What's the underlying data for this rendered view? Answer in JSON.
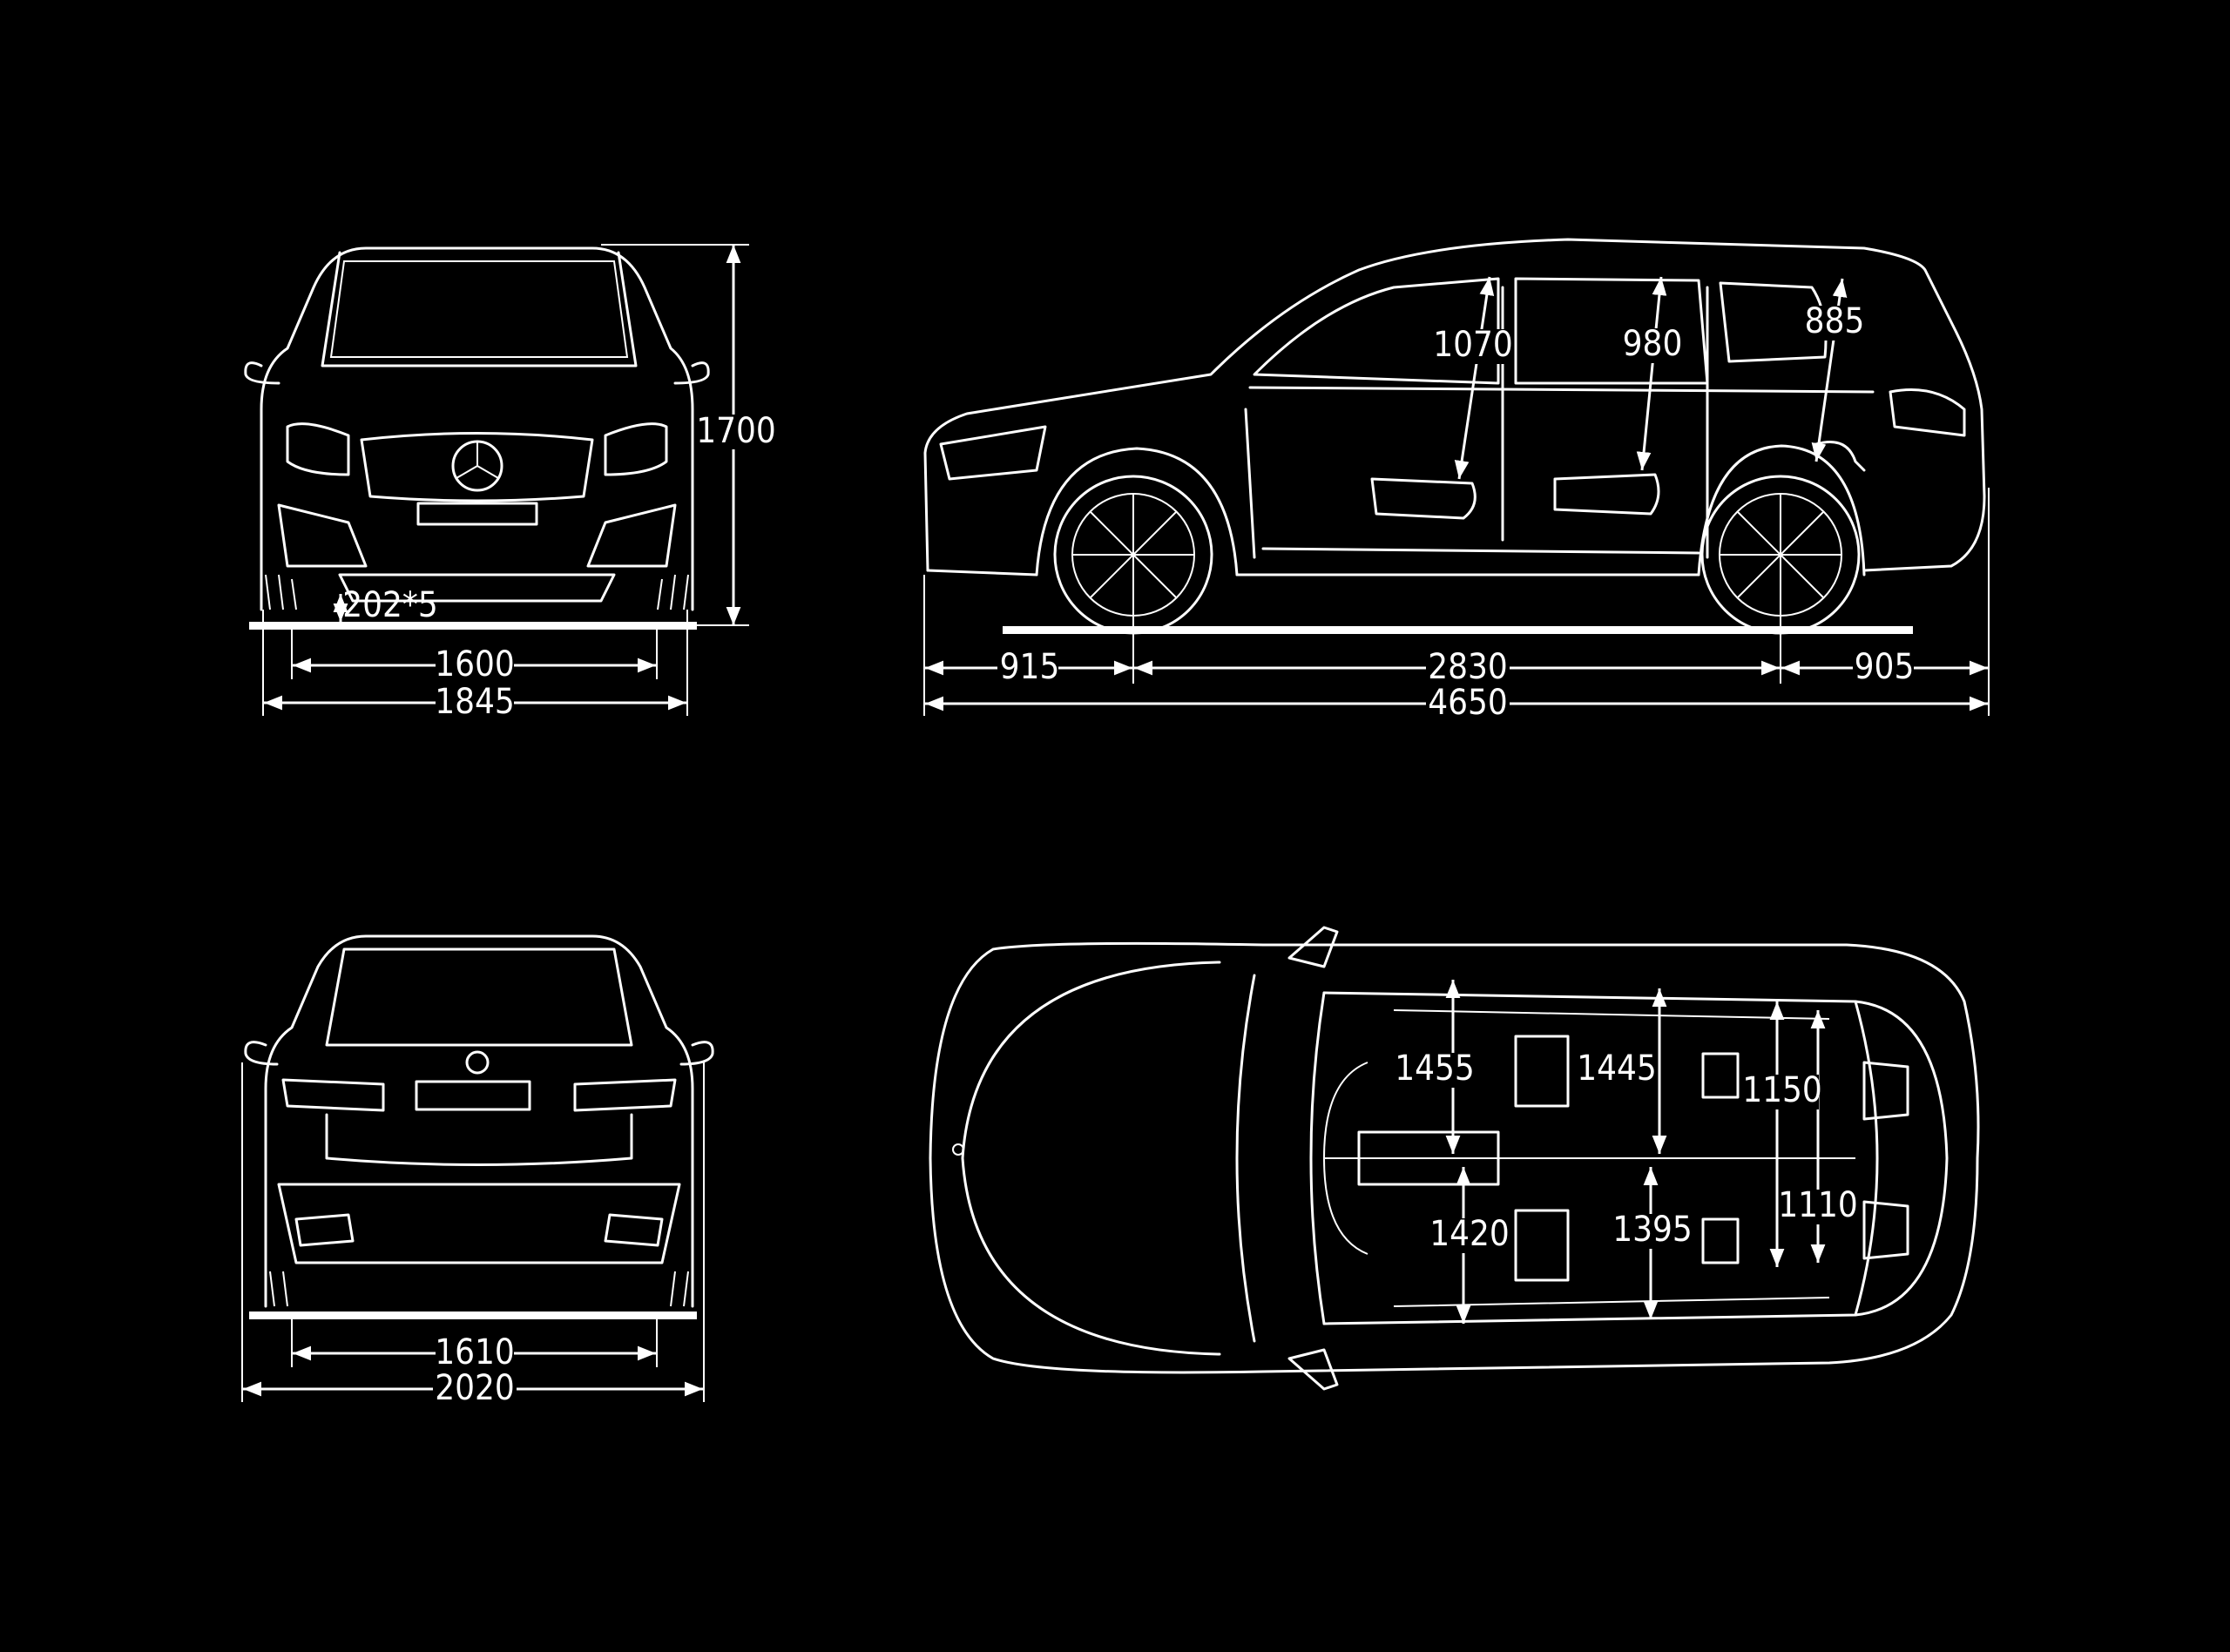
{
  "colors": {
    "background": "#000000",
    "lines": "#ffffff"
  },
  "front_view": {
    "height": "1700",
    "ground_clearance": "202*5",
    "track_front": "1600",
    "width": "1845"
  },
  "side_view": {
    "front_overhang": "915",
    "wheelbase": "2830",
    "rear_overhang": "905",
    "length": "4650",
    "headroom_row1": "1070",
    "headroom_row2": "980",
    "headroom_row3": "885"
  },
  "rear_view": {
    "track_rear": "1610",
    "width_with_mirrors": "2020"
  },
  "top_view": {
    "shoulder_row1": "1455",
    "shoulder_row2": "1445",
    "shoulder_row3": "1150",
    "hip_row1": "1420",
    "hip_row2": "1395",
    "hip_row3": "1110"
  }
}
